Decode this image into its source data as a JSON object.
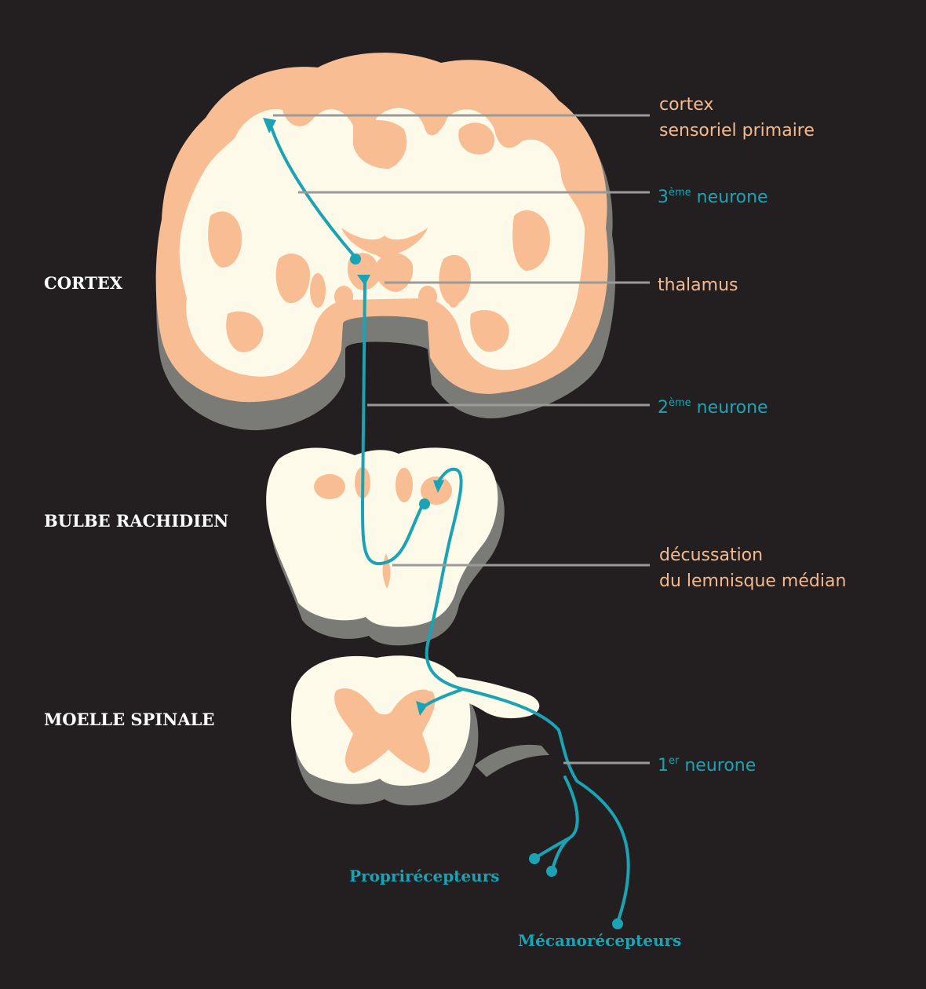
{
  "colors": {
    "background": "#231f20",
    "white_matter": "#fdfaea",
    "grey_matter": "#f8bd93",
    "shadow": "#7a7b76",
    "neuron": "#1aa3b4",
    "leader_line": "#9a9b99",
    "section_text": "#ffffff",
    "structure_text": "#f4b98e"
  },
  "sections": {
    "cortex": "CORTEX",
    "bulbe": "BULBE RACHIDIEN",
    "moelle": "MOELLE SPINALE"
  },
  "labels": {
    "cortex_line1": "cortex",
    "cortex_line2": "sensoriel primaire",
    "neurone3_num": "3",
    "neurone3_sup": "ème",
    "neurone3_text": " neurone",
    "thalamus": "thalamus",
    "neurone2_num": "2",
    "neurone2_sup": "ème",
    "neurone2_text": " neurone",
    "decussation_line1": "décussation",
    "decussation_line2": "du lemnisque médian",
    "neurone1_num": "1",
    "neurone1_sup": "er",
    "neurone1_text": " neurone"
  },
  "receptors": {
    "proprio": "Proprirécepteurs",
    "mecano": "Mécanorécepteurs"
  },
  "icons": [
    "brain-coronal-section",
    "medulla-cross-section",
    "spinal-cord-cross-section"
  ]
}
